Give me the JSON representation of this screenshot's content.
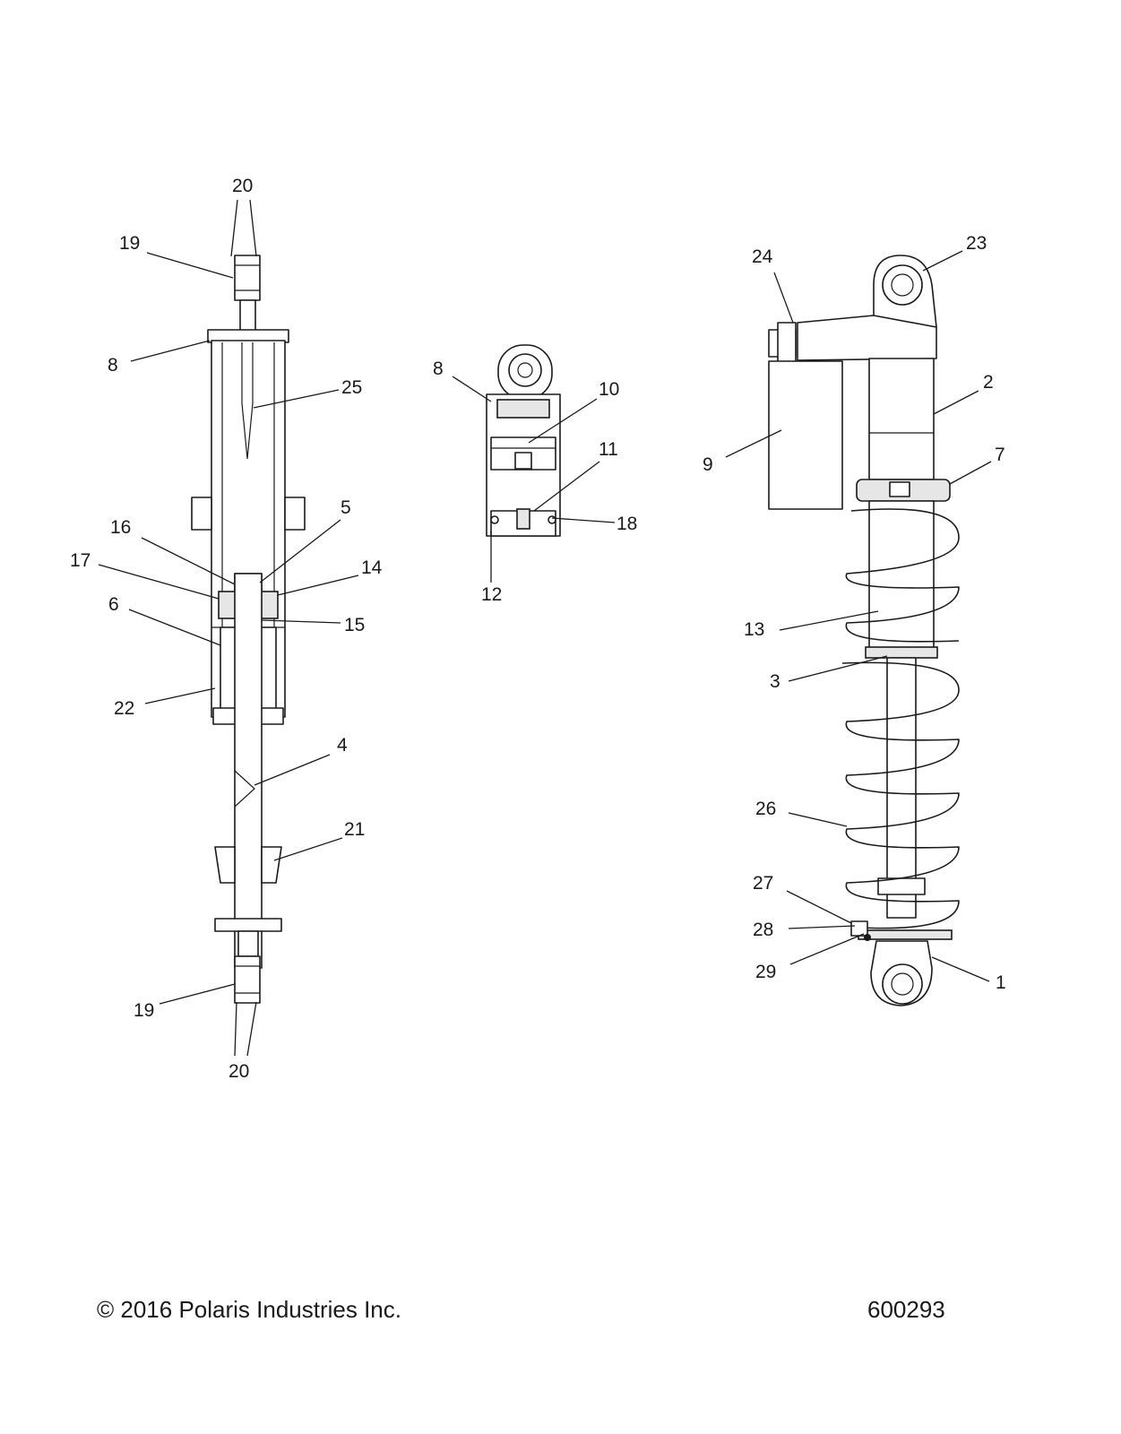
{
  "footer": {
    "copyright": "© 2016 Polaris Industries Inc.",
    "diagram_number": "600293"
  },
  "callouts": {
    "c20_top": "20",
    "c19_top": "19",
    "c8_left": "8",
    "c25": "25",
    "c16": "16",
    "c5": "5",
    "c17": "17",
    "c14": "14",
    "c6": "6",
    "c15": "15",
    "c22": "22",
    "c4": "4",
    "c21": "21",
    "c19_bottom": "19",
    "c20_bottom": "20",
    "c8_mid": "8",
    "c10": "10",
    "c11": "11",
    "c18": "18",
    "c12": "12",
    "c24": "24",
    "c23": "23",
    "c2": "2",
    "c9": "9",
    "c7": "7",
    "c13": "13",
    "c3": "3",
    "c26": "26",
    "c27": "27",
    "c28": "28",
    "c29": "29",
    "c1": "1"
  }
}
